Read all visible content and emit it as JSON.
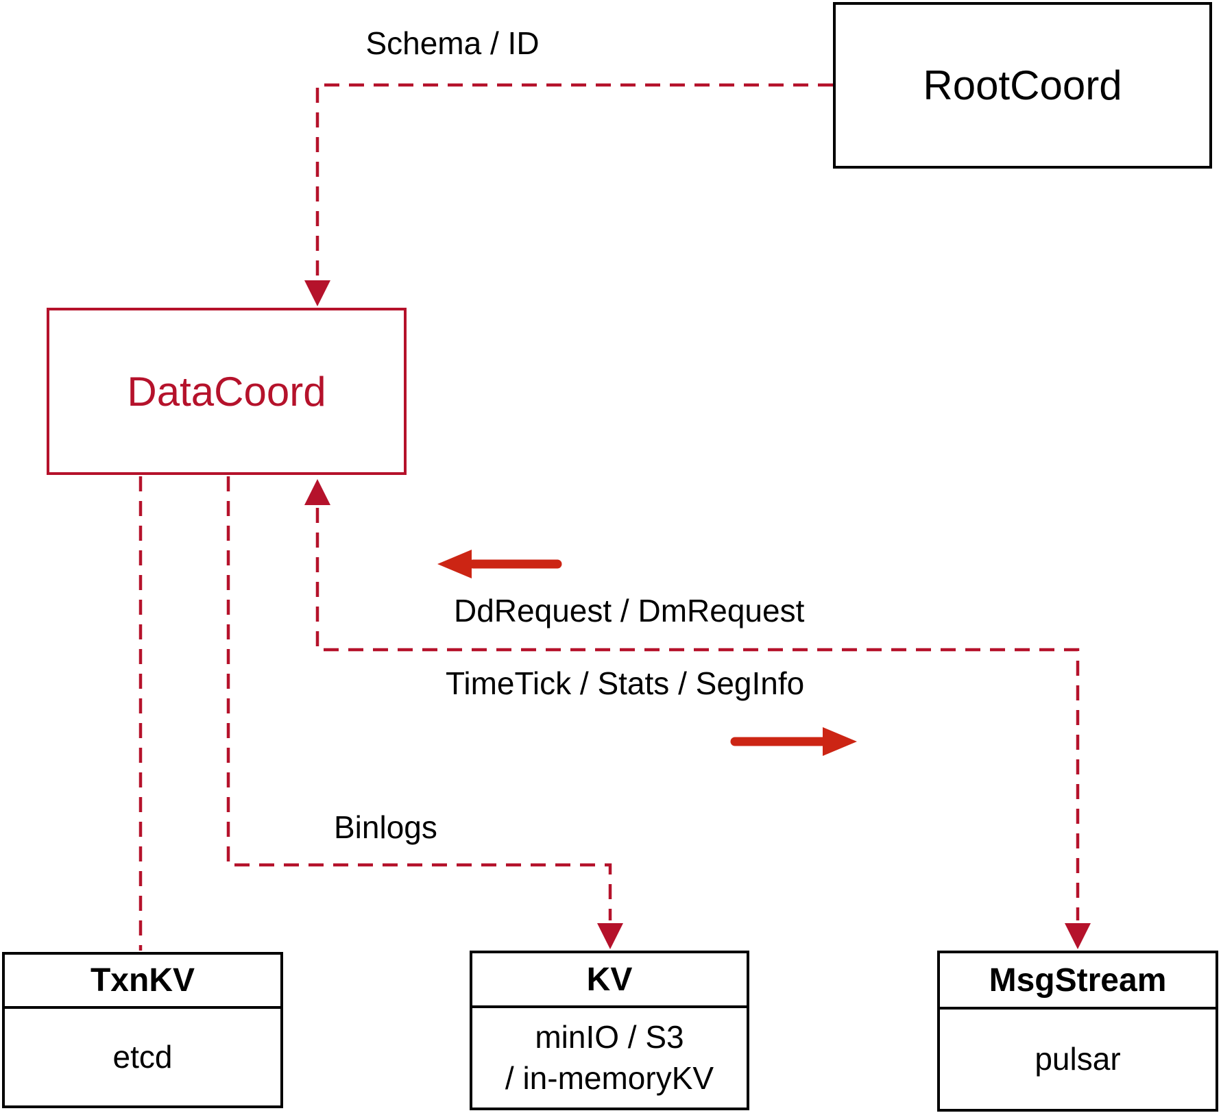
{
  "diagram": {
    "nodes": {
      "rootcoord": {
        "label": "RootCoord"
      },
      "datacoord": {
        "label": "DataCoord"
      },
      "txnkv": {
        "title": "TxnKV",
        "subtitle": "etcd"
      },
      "kv": {
        "title": "KV",
        "subtitle_line1": "minIO / S3",
        "subtitle_line2": "/ in-memoryKV"
      },
      "msgstream": {
        "title": "MsgStream",
        "subtitle": "pulsar"
      }
    },
    "edge_labels": {
      "schema_id": "Schema / ID",
      "dd_dm_request": "DdRequest / DmRequest",
      "timetick_stats_seginfo": "TimeTick / Stats / SegInfo",
      "binlogs": "Binlogs"
    },
    "colors": {
      "dashed_red": "#b5122b",
      "solid_arrow_red": "#cc2514",
      "box_border_black": "#000000",
      "background": "#ffffff"
    }
  }
}
